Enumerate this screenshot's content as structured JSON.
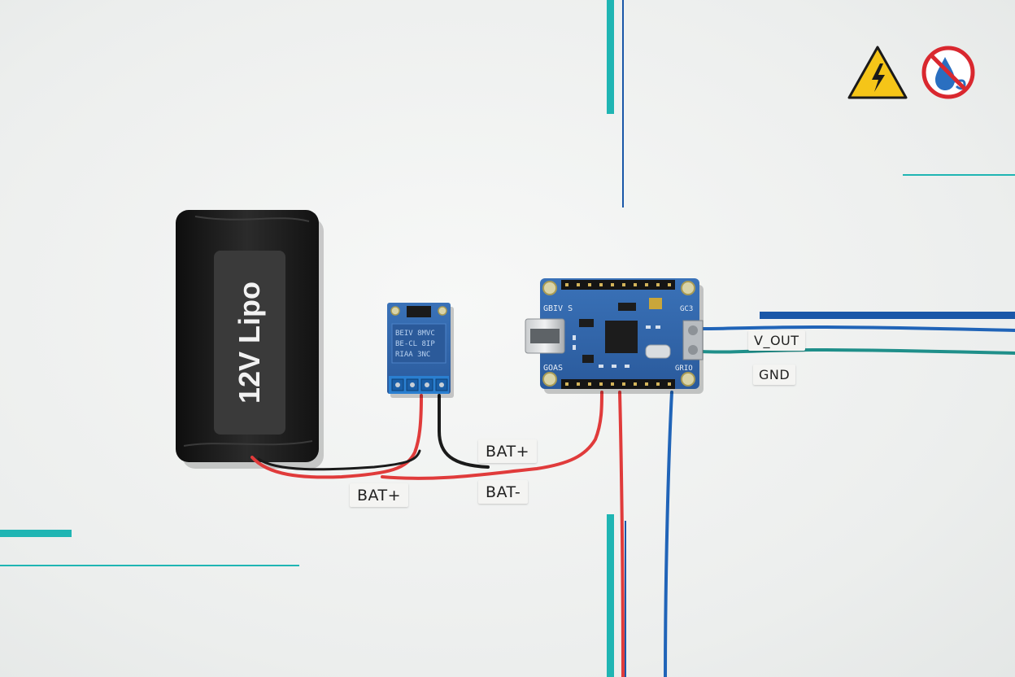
{
  "battery": {
    "label": "12V Lipo"
  },
  "wire_labels": {
    "bat_plus_left": "BAT+",
    "bat_plus_mid": "BAT+",
    "bat_minus_mid": "BAT-",
    "v_out": "V_OUT",
    "gnd": "GND"
  },
  "board_silkscreen": {
    "left_top": "GBIV S",
    "left_bottom": "GOAS",
    "right_top": "GC3",
    "right_bottom": "GRIO"
  },
  "charger_silkscreen": [
    "BEIV 8MVC",
    "BE-CL 8IP",
    "RIAA 3NC"
  ],
  "icons": [
    "high-voltage-warning-icon",
    "no-water-icon"
  ],
  "colors": {
    "accent_teal": "#1fb5b3",
    "accent_blue": "#1a57a8",
    "wire_red": "#e03b3b",
    "wire_black": "#1a1a1a",
    "wire_blue": "#2064b8",
    "wire_green": "#1f8f8a",
    "pcb_blue": "#2e63a8",
    "warning_yellow": "#f5c518",
    "prohibit_red": "#d9282f"
  }
}
